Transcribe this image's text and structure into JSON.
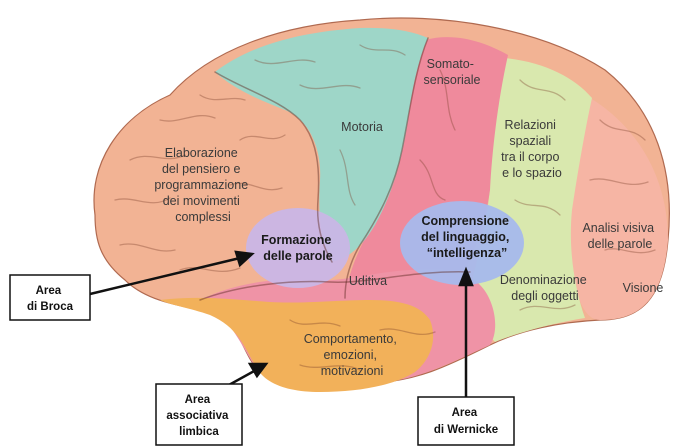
{
  "regions": {
    "elaborazione": [
      "Elaborazione",
      "del pensiero e",
      "programmazione",
      "dei movimenti",
      "complessi"
    ],
    "motoria": [
      "Motoria"
    ],
    "somatosensoriale": [
      "Somato-",
      "sensoriale"
    ],
    "relazioni": [
      "Relazioni",
      "spaziali",
      "tra il corpo",
      "e lo spazio"
    ],
    "formazione": [
      "Formazione",
      "delle parole"
    ],
    "comprensione": [
      "Comprensione",
      "del linguaggio,",
      "“intelligenza”"
    ],
    "analisi": [
      "Analisi visiva",
      "delle parole"
    ],
    "uditiva": [
      "Uditiva"
    ],
    "denominazione": [
      "Denominazione",
      "degli oggetti"
    ],
    "visione": [
      "Visione"
    ],
    "comportamento": [
      "Comportamento,",
      "emozioni,",
      "motivazioni"
    ]
  },
  "callouts": {
    "broca": [
      "Area",
      "di Broca"
    ],
    "limbica": [
      "Area",
      "associativa",
      "limbica"
    ],
    "wernicke": [
      "Area",
      "di Wernicke"
    ]
  },
  "colors": {
    "prefrontal": "#f2b394",
    "motor": "#9ed6c8",
    "somatosensory": "#ef8a9c",
    "parietal": "#d9e8ae",
    "occipital": "#f6b5a4",
    "temporal": "#ef93a6",
    "limbic": "#f2b15a",
    "broca": "#c9b6e6",
    "wernicke": "#a6b9ec"
  }
}
